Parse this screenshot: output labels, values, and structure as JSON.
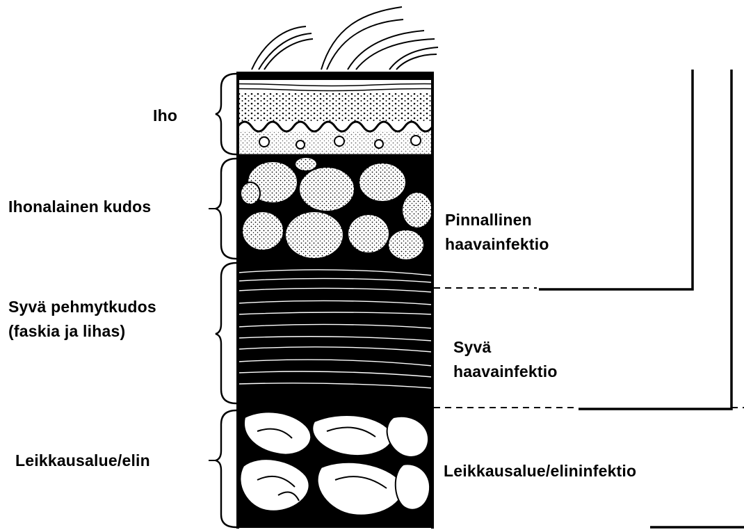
{
  "colors": {
    "ink": "#000000",
    "paper": "#ffffff"
  },
  "layers": [
    {
      "name": "Iho"
    },
    {
      "name": "Ihonalainen kudos"
    },
    {
      "name_lines": [
        "Syvä pehmytkudos",
        "(faskia ja lihas)"
      ]
    },
    {
      "name": "Leikkausalue/elin"
    }
  ],
  "infections": [
    {
      "lines": [
        "Pinnallinen",
        "haavainfektio"
      ]
    },
    {
      "lines": [
        "Syvä",
        "haavainfektio"
      ]
    },
    {
      "name": "Leikkausalue/elininfektio"
    }
  ]
}
